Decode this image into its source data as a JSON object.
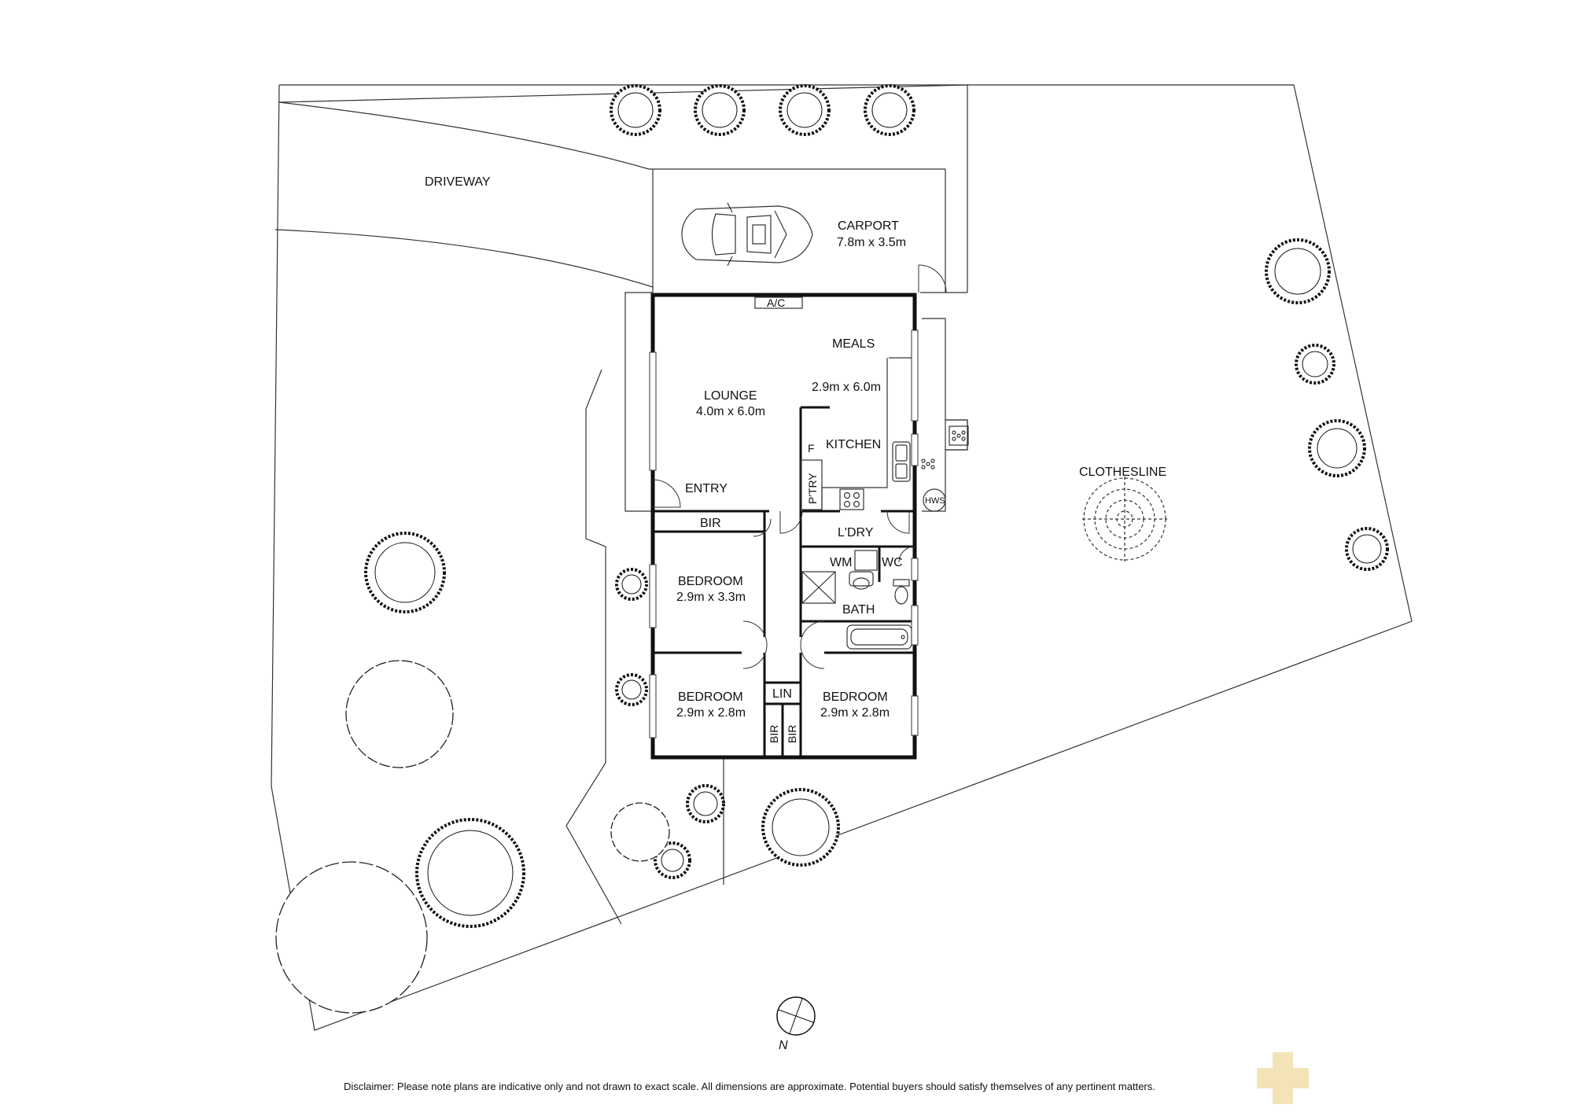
{
  "labels": {
    "driveway": "DRIVEWAY",
    "carport_name": "CARPORT",
    "carport_dim": "7.8m x 3.5m",
    "ac": "A/C",
    "meals_name": "MEALS",
    "meals_dim": "2.9m x 6.0m",
    "lounge_name": "LOUNGE",
    "lounge_dim": "4.0m x 6.0m",
    "kitchen_name": "KITCHEN",
    "fridge": "F",
    "pantry": "P'TRY",
    "entry": "ENTRY",
    "hws": "HWS",
    "laundry": "L'DRY",
    "bir_top": "BIR",
    "bedroom1_name": "BEDROOM",
    "bedroom1_dim": "2.9m x 3.3m",
    "wm": "WM",
    "wc": "WC",
    "bath": "BATH",
    "bedroom2_name": "BEDROOM",
    "bedroom2_dim": "2.9m x 2.8m",
    "lin": "LIN",
    "bir_left": "BIR",
    "bir_right": "BIR",
    "bedroom3_name": "BEDROOM",
    "bedroom3_dim": "2.9m x 2.8m",
    "clothesline": "CLOTHESLINE",
    "north": "N",
    "disclaimer": "Disclaimer: Please note plans are indicative only and not drawn to exact scale. All dimensions are approximate. Potential buyers should satisfy themselves of any pertinent matters."
  },
  "colors": {
    "line": "#111111",
    "watermark": "#f5e3b8"
  }
}
